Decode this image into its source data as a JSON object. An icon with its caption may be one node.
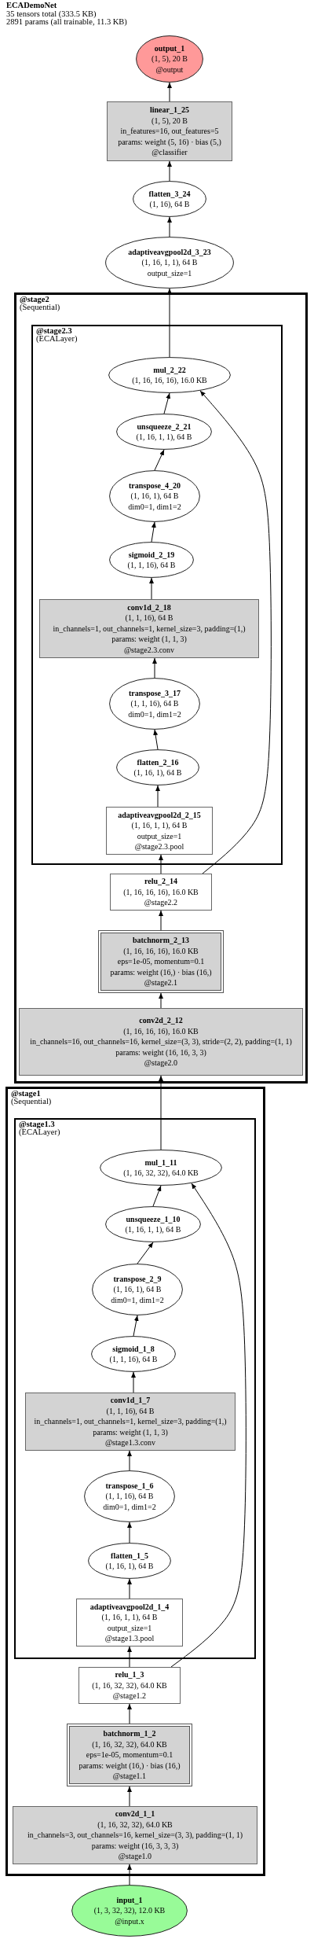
{
  "diagram": {
    "title": "ECADemoNet",
    "labels": [
      "35 tensors total (333.5 KB)",
      "2891 params (all trainable, 11.3 KB)"
    ],
    "nodes": [
      {
        "text": [
          "output_1",
          "(1, 5), 20 B",
          "@output"
        ]
      },
      {
        "text": [
          "linear_1_25",
          "(1, 5), 20 B",
          "in_features=16, out_features=5",
          "params: weight (5, 16) · bias (5,)",
          "@classifier"
        ]
      },
      {
        "text": [
          "flatten_3_24",
          "(1, 16), 64 B"
        ]
      },
      {
        "text": [
          "adaptiveavgpool2d_3_23",
          "(1, 16, 1, 1), 64 B",
          "output_size=1"
        ]
      },
      {
        "text": [
          "@stage2",
          "(Sequential)"
        ]
      },
      {
        "text": [
          "@stage2.3",
          "(ECALayer)"
        ],
        "in": 4
      },
      {
        "text": [
          "mul_2_22",
          "(1, 16, 16, 16), 16.0 KB"
        ],
        "in": 5
      },
      {
        "text": [
          "unsqueeze_2_21",
          "(1, 16, 1, 1), 64 B"
        ],
        "in": 5
      },
      {
        "text": [
          "transpose_4_20",
          "(1, 16, 1), 64 B",
          "dim0=1, dim1=2"
        ],
        "in": 5
      },
      {
        "text": [
          "sigmoid_2_19",
          "(1, 1, 16), 64 B"
        ],
        "in": 5
      },
      {
        "text": [
          "conv1d_2_18",
          "(1, 1, 16), 64 B",
          "in_channels=1, out_channels=1, kernel_size=3, padding=(1,)",
          "params: weight (1, 1, 3)",
          "@stage2.3.conv"
        ],
        "in": 5
      },
      {
        "text": [
          "transpose_3_17",
          "(1, 1, 16), 64 B",
          "dim0=1, dim1=2"
        ],
        "in": 5
      },
      {
        "text": [
          "flatten_2_16",
          "(1, 16, 1), 64 B"
        ],
        "in": 5
      },
      {
        "text": [
          "adaptiveavgpool2d_2_15",
          "(1, 16, 1, 1), 64 B",
          "output_size=1",
          "@stage2.3.pool"
        ],
        "in": 5
      },
      {
        "text": [
          "relu_2_14",
          "(1, 16, 16, 16), 16.0 KB",
          "@stage2.2"
        ],
        "in": 4
      },
      {
        "text": [
          "batchnorm_2_13",
          "(1, 16, 16, 16), 16.0 KB",
          "eps=1e-05, momentum=0.1",
          "params: weight (16,) · bias (16,)",
          "@stage2.1"
        ],
        "in": 4
      },
      {
        "text": [
          "conv2d_2_12",
          "(1, 16, 16, 16), 16.0 KB",
          "in_channels=16, out_channels=16, kernel_size=(3, 3), stride=(2, 2), padding=(1, 1)",
          "params: weight (16, 16, 3, 3)",
          "@stage2.0"
        ],
        "in": 4
      },
      {
        "text": [
          "@stage1",
          "(Sequential)"
        ]
      },
      {
        "text": [
          "@stage1.3",
          "(ECALayer)"
        ],
        "in": 17
      },
      {
        "text": [
          "mul_1_11",
          "(1, 16, 32, 32), 64.0 KB"
        ],
        "in": 18
      },
      {
        "text": [
          "unsqueeze_1_10",
          "(1, 16, 1, 1), 64 B"
        ],
        "in": 18
      },
      {
        "text": [
          "transpose_2_9",
          "(1, 16, 1), 64 B",
          "dim0=1, dim1=2"
        ],
        "in": 18
      },
      {
        "text": [
          "sigmoid_1_8",
          "(1, 1, 16), 64 B"
        ],
        "in": 18
      },
      {
        "text": [
          "conv1d_1_7",
          "(1, 1, 16), 64 B",
          "in_channels=1, out_channels=1, kernel_size=3, padding=(1,)",
          "params: weight (1, 1, 3)",
          "@stage1.3.conv"
        ],
        "in": 18
      },
      {
        "text": [
          "transpose_1_6",
          "(1, 1, 16), 64 B",
          "dim0=1, dim1=2"
        ],
        "in": 18
      },
      {
        "text": [
          "flatten_1_5",
          "(1, 16, 1), 64 B"
        ],
        "in": 18
      },
      {
        "text": [
          "adaptiveavgpool2d_1_4",
          "(1, 16, 1, 1), 64 B",
          "output_size=1",
          "@stage1.3.pool"
        ],
        "in": 18
      },
      {
        "text": [
          "relu_1_3",
          "(1, 16, 32, 32), 64.0 KB",
          "@stage1.2"
        ],
        "in": 17
      },
      {
        "text": [
          "batchnorm_1_2",
          "(1, 16, 32, 32), 64.0 KB",
          "eps=1e-05, momentum=0.1",
          "params: weight (16,) · bias (16,)",
          "@stage1.1"
        ],
        "in": 17
      },
      {
        "text": [
          "conv2d_1_1",
          "(1, 16, 32, 32), 64.0 KB",
          "in_channels=3, out_channels=16, kernel_size=(3, 3), padding=(1, 1)",
          "params: weight (16, 3, 3, 3)",
          "@stage1.0"
        ],
        "in": 17
      },
      {
        "text": [
          "input_1",
          "(1, 3, 32, 32), 12.0 KB",
          "@input.x"
        ]
      }
    ],
    "edges": [
      {
        "from": 1,
        "to": 0,
        "arrow": "to"
      },
      {
        "from": 2,
        "to": 1,
        "arrow": "to"
      },
      {
        "from": 3,
        "to": 2,
        "arrow": "to"
      },
      {
        "from": 6,
        "to": 3,
        "arrow": "to"
      },
      {
        "from": 7,
        "to": 6,
        "arrow": "to"
      },
      {
        "from": 14,
        "to": 6,
        "arrow": "to"
      },
      {
        "from": 8,
        "to": 7,
        "arrow": "to"
      },
      {
        "from": 9,
        "to": 8,
        "arrow": "to"
      },
      {
        "from": 10,
        "to": 9,
        "arrow": "to"
      },
      {
        "from": 11,
        "to": 10,
        "arrow": "to"
      },
      {
        "from": 12,
        "to": 11,
        "arrow": "to"
      },
      {
        "from": 13,
        "to": 12,
        "arrow": "to"
      },
      {
        "from": 14,
        "to": 13,
        "arrow": "to"
      },
      {
        "from": 15,
        "to": 14,
        "arrow": "to"
      },
      {
        "from": 16,
        "to": 15,
        "arrow": "to"
      },
      {
        "from": 19,
        "to": 16,
        "arrow": "to"
      },
      {
        "from": 20,
        "to": 19,
        "arrow": "to"
      },
      {
        "from": 27,
        "to": 19,
        "arrow": "to"
      },
      {
        "from": 21,
        "to": 20,
        "arrow": "to"
      },
      {
        "from": 22,
        "to": 21,
        "arrow": "to"
      },
      {
        "from": 23,
        "to": 22,
        "arrow": "to"
      },
      {
        "from": 24,
        "to": 23,
        "arrow": "to"
      },
      {
        "from": 25,
        "to": 24,
        "arrow": "to"
      },
      {
        "from": 26,
        "to": 25,
        "arrow": "to"
      },
      {
        "from": 27,
        "to": 26,
        "arrow": "to"
      },
      {
        "from": 28,
        "to": 27,
        "arrow": "to"
      },
      {
        "from": 29,
        "to": 28,
        "arrow": "to"
      },
      {
        "from": 30,
        "to": 29,
        "arrow": "to"
      }
    ]
  }
}
